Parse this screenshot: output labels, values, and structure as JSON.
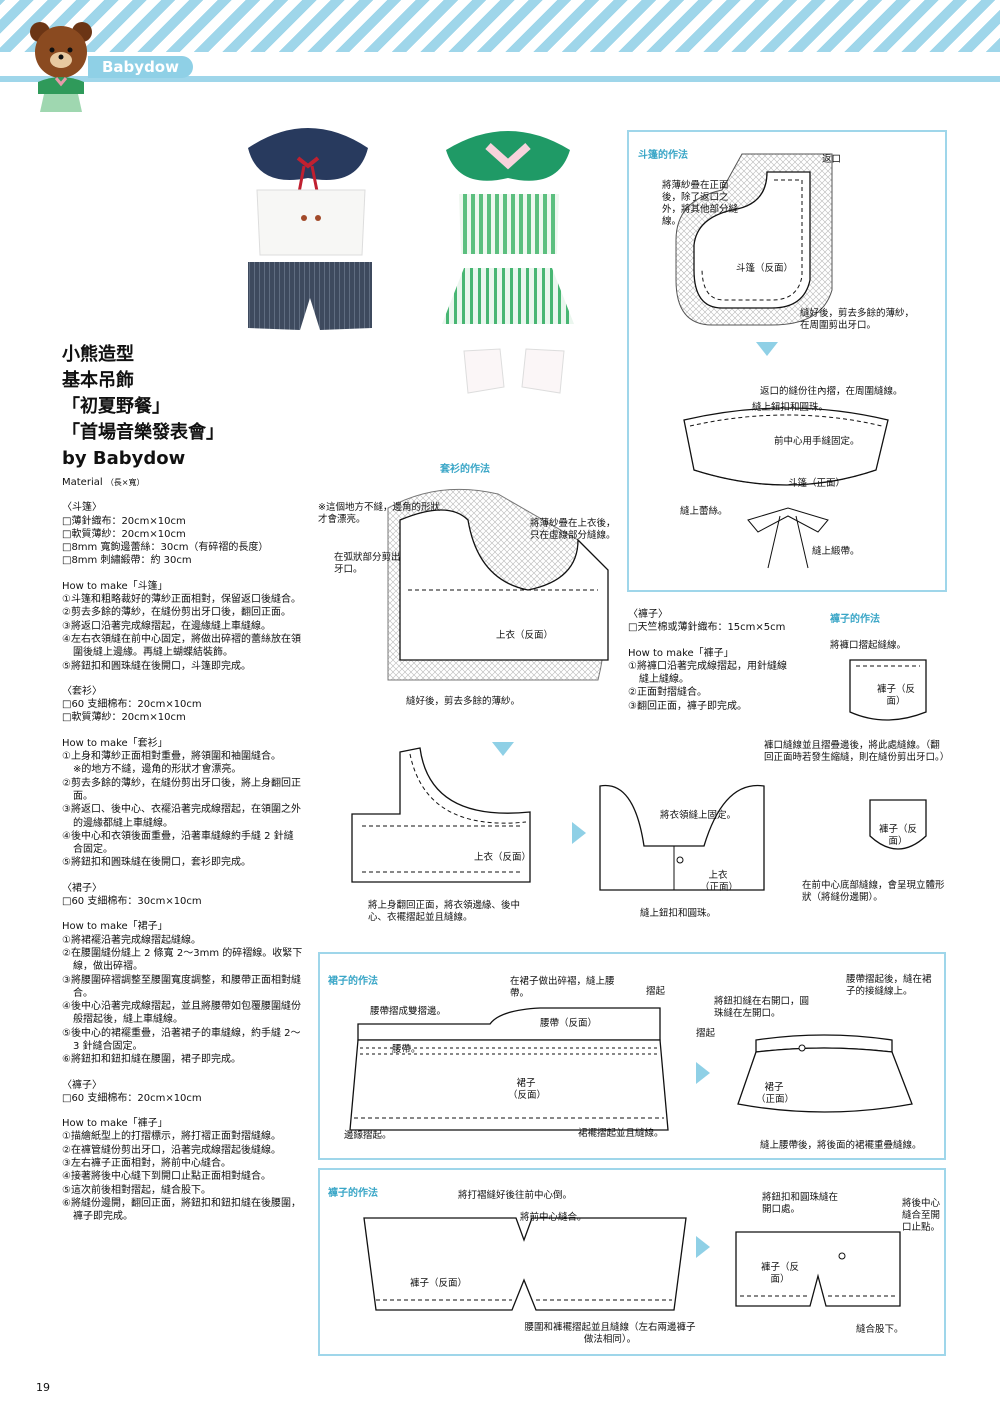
{
  "header": {
    "brand": "Babydow"
  },
  "title": {
    "lines": [
      "小熊造型",
      "基本吊飾",
      "「初夏野餐」",
      "「首場音樂發表會」"
    ],
    "by": "by Babydow"
  },
  "material_heading": "Material",
  "material_unit": "（長×寬）",
  "instructions": {
    "cape": {
      "heading": "〈斗篷〉",
      "items": [
        "□薄針織布：20cm×10cm",
        "□軟質薄紗：20cm×10cm",
        "□8mm 寬鉤邊蕾絲：30cm（有碎褶的長度）",
        "□8mm 刺繡緞帶：約 30cm"
      ],
      "howto": "How to make「斗篷」",
      "steps": [
        "①斗篷和粗略裁好的薄紗正面相對，保留返口後縫合。",
        "②剪去多餘的薄紗，在縫份剪出牙口後，翻回正面。",
        "③將返口沿著完成線摺起，在邊緣縫上車縫線。",
        "④左右衣領縫在前中心固定，將做出碎褶的蕾絲放在領",
        "圍後縫上邊緣。再縫上蝴蝶結裝飾。",
        "⑤將鈕扣和圓珠縫在後開口，斗篷即完成。"
      ]
    },
    "blouse": {
      "heading": "〈套衫〉",
      "items": [
        "□60 支細棉布：20cm×10cm",
        "□軟質薄紗：20cm×10cm"
      ],
      "howto": "How to make「套衫」",
      "steps": [
        "①上身和薄紗正面相對重疊，將領圍和袖圍縫合。",
        "※的地方不縫，邊角的形狀才會漂亮。",
        "②剪去多餘的薄紗，在縫份剪出牙口後，將上身翻回正",
        "面。",
        "③將返口、後中心、衣襬沿著完成線摺起，在領圍之外",
        "的邊緣都縫上車縫線。",
        "④後中心和衣領後面重疊，沿著車縫線約手縫 2 針縫",
        "合固定。",
        "⑤將鈕扣和圓珠縫在後開口，套衫即完成。"
      ]
    },
    "skirt": {
      "heading": "〈裙子〉",
      "items": [
        "□60 支細棉布：30cm×10cm"
      ],
      "howto": "How to make「裙子」",
      "steps": [
        "①將裙襬沿著完成線摺起縫線。",
        "②在腰圍縫份縫上 2 條寬 2～3mm 的碎褶線。收緊下",
        "線，做出碎褶。",
        "③將腰圍碎褶調整至腰圍寬度調整，和腰帶正面相對縫",
        "合。",
        "④後中心沿著完成線摺起，並且將腰帶如包覆腰圍縫份",
        "般摺起後，縫上車縫線。",
        "⑤後中心的裙襬重疊，沿著裙子的車縫線，約手縫 2～",
        "3 針縫合固定。",
        "⑥將鈕扣和鈕扣縫在腰圍，裙子即完成。"
      ]
    },
    "pants": {
      "heading": "〈褲子〉",
      "items": [
        "□60 支細棉布：20cm×10cm"
      ],
      "howto": "How to make「褲子」",
      "steps": [
        "①描繪紙型上的打摺標示，將打褶正面對摺縫線。",
        "②在褲管縫份剪出牙口，沿著完成線摺起後縫線。",
        "③左右褲子正面相對，將前中心縫合。",
        "④接著將後中心縫下到開口止點正面相對縫合。",
        "⑤這次前後相對摺起，縫合股下。",
        "⑥將縫份邊開，翻回正面，將鈕扣和鈕扣縫在後腰圍，",
        "褲子即完成。"
      ]
    }
  },
  "bloomers_spec": {
    "heading": "〈褲子〉",
    "items": [
      "□天竺棉或薄針織布：15cm×5cm"
    ],
    "howto": "How to make「褲子」",
    "steps": [
      "①將褲口沿著完成線摺起，用針縫線",
      "縫上縫線。",
      "②正面對摺縫合。",
      "③翻回正面，褲子即完成。"
    ]
  },
  "panels": {
    "cape": {
      "title": "斗篷的作法",
      "labels": [
        "返口",
        "將薄紗疊在正面後，除了返口之外，將其他部分縫線。",
        "斗篷（反面）",
        "縫好後，剪去多餘的薄紗，在周圍剪出牙口。",
        "返口的縫份往內摺，在周圍縫線。",
        "縫上鈕扣和圓珠。",
        "前中心用手縫固定。",
        "斗篷（正面）",
        "縫上蕾絲。",
        "縫上緞帶。"
      ]
    },
    "blouse": {
      "title": "套衫的作法",
      "labels": [
        "※這個地方不縫，邊角的形狀才會漂亮。",
        "將薄紗疊在上衣後，只在虛線部分縫線。",
        "在弧狀部分剪出牙口。",
        "上衣（反面）",
        "縫好後，剪去多餘的薄紗。",
        "上衣（反面）",
        "將上身翻回正面，將衣領邊緣、後中心、衣襬摺起並且縫線。",
        "將衣領縫上固定。",
        "上衣（正面）",
        "縫上鈕扣和圓珠。"
      ]
    },
    "bloomers": {
      "title": "褲子的作法",
      "labels": [
        "將褲口摺起縫線。",
        "褲子（反面）",
        "褲口縫線並且摺疊邊後，將此處縫線。（翻回正面時若發生縮縫，則在縫份剪出牙口。）",
        "褲子（反面）",
        "在前中心底部縫線，會呈現立體形狀（將縫份邊開）。"
      ]
    },
    "skirt": {
      "title": "裙子的作法",
      "labels": [
        "腰帶摺成雙摺邊。",
        "在裙子做出碎褶，縫上腰帶。",
        "摺起",
        "腰帶（反面）",
        "腰帶。",
        "摺起",
        "裙子（反面）",
        "邊緣摺起。",
        "裙襬摺起並且縫線。",
        "將鈕扣縫在右開口，圓珠縫在左開口。",
        "腰帶摺起後，縫在裙子的接縫線上。",
        "裙子（正面）",
        "縫上腰帶後，將後面的裙襬重疊縫線。"
      ]
    },
    "pants": {
      "title": "褲子的作法",
      "labels": [
        "將打褶縫好後往前中心倒。",
        "將前中心縫合。",
        "褲子（反面）",
        "腰圍和褲襬摺起並且縫線（左右兩邊褲子做法相同）。",
        "將鈕扣和圓珠縫在開口處。",
        "將後中心縫合至開口止點。",
        "褲子（反面）",
        "縫合股下。"
      ]
    }
  },
  "page_number": "19"
}
